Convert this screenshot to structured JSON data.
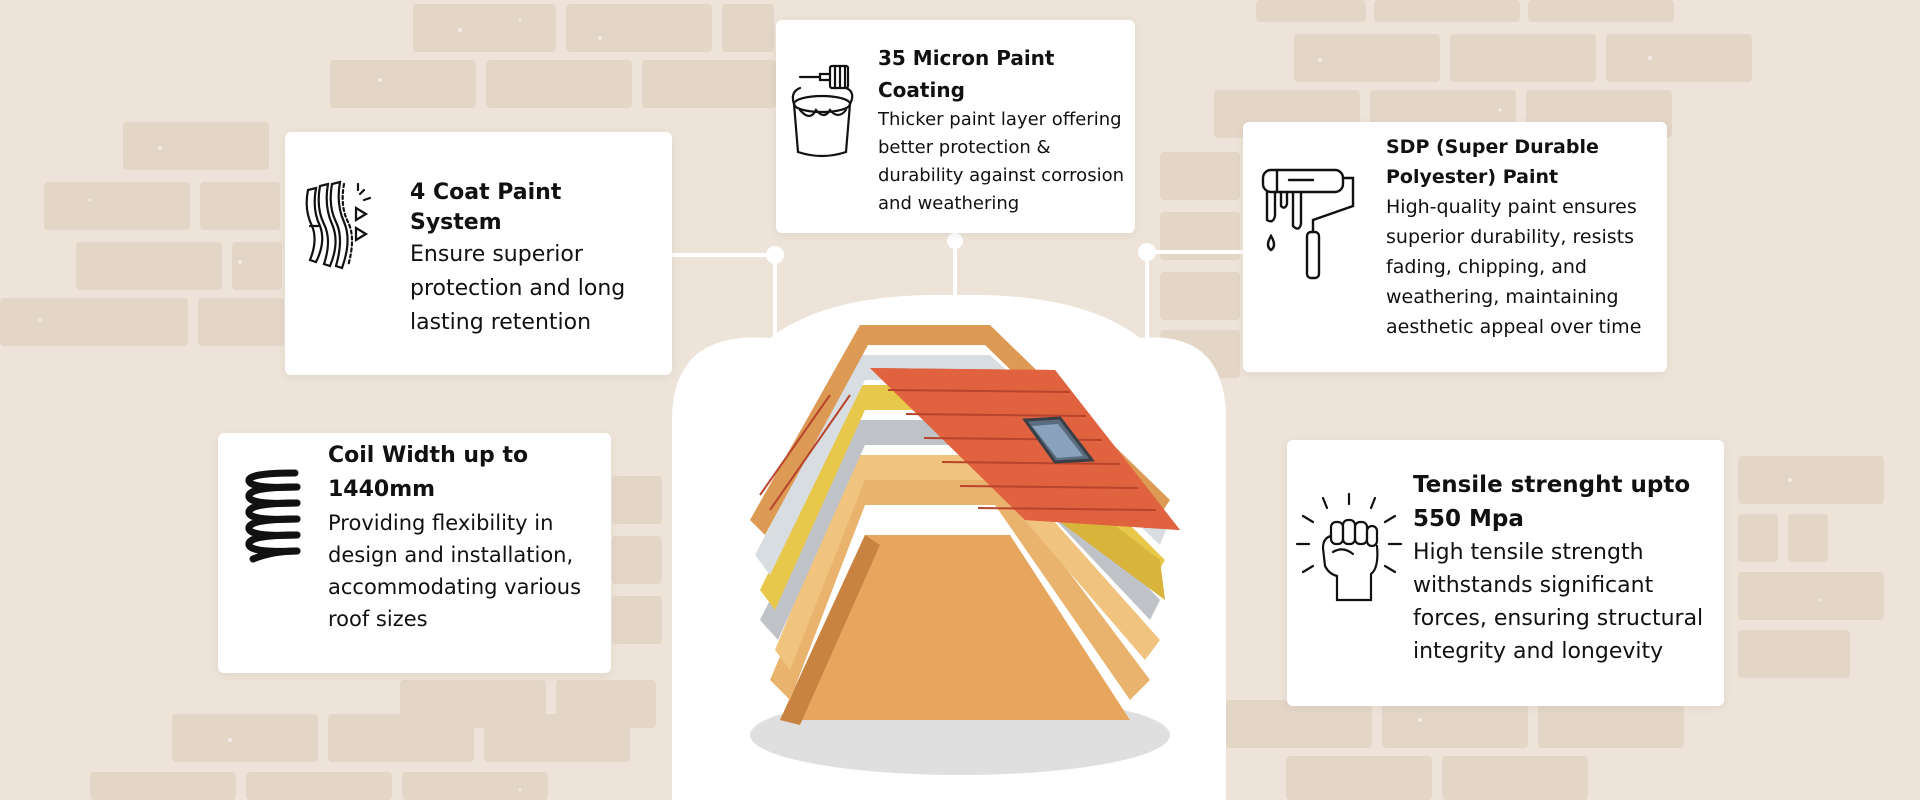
{
  "features": [
    {
      "title": "4 Coat Paint System",
      "description": "Ensure superior protection and long lasting retention",
      "icon": "paint-layers-icon"
    },
    {
      "title": "35 Micron Paint Coating",
      "description": "Thicker paint layer offering better protection & durability against corrosion and weathering",
      "icon": "paint-bucket-brush-icon"
    },
    {
      "title": "SDP (Super Durable Polyester) Paint",
      "description": "High-quality paint ensures superior durability, resists fading, chipping, and weathering, maintaining aesthetic appeal over time",
      "icon": "paint-roller-icon"
    },
    {
      "title": "Coil Width up to 1440mm",
      "description": "Providing flexibility in design and installation, accommodating various roof sizes",
      "icon": "coil-spring-icon"
    },
    {
      "title": "Tensile strenght upto 550 Mpa",
      "description": "High tensile strength withstands significant forces, ensuring structural integrity and longevity",
      "icon": "raised-fist-icon"
    }
  ],
  "illustration": "roof-layers-illustration",
  "colors": {
    "background": "#ede3d8",
    "brick": "#e3d6c7",
    "card": "#ffffff",
    "roof_tile": "#d9553a",
    "insulation": "#e8c84a",
    "timber": "#e7a65e"
  }
}
